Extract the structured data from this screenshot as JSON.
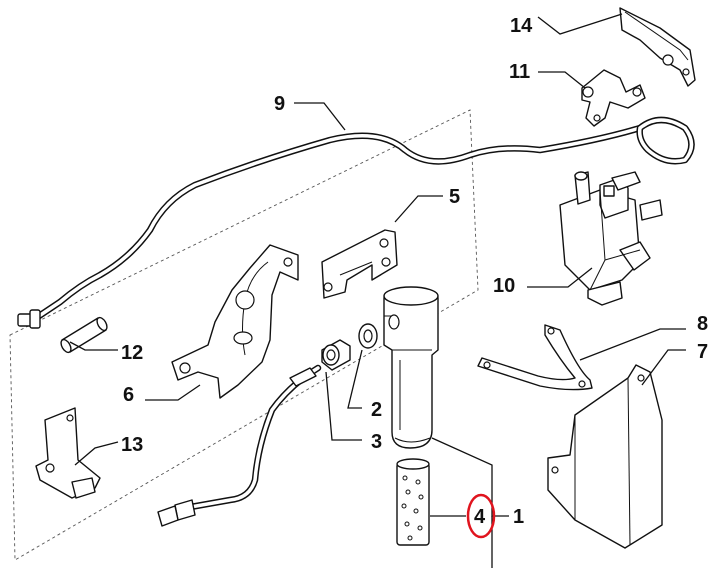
{
  "diagram": {
    "callouts": [
      {
        "id": "p1",
        "label": "1"
      },
      {
        "id": "p2",
        "label": "2"
      },
      {
        "id": "p3",
        "label": "3"
      },
      {
        "id": "p4",
        "label": "4"
      },
      {
        "id": "p5",
        "label": "5"
      },
      {
        "id": "p6",
        "label": "6"
      },
      {
        "id": "p7",
        "label": "7"
      },
      {
        "id": "p8",
        "label": "8"
      },
      {
        "id": "p9",
        "label": "9"
      },
      {
        "id": "p10",
        "label": "10"
      },
      {
        "id": "p11",
        "label": "11"
      },
      {
        "id": "p12",
        "label": "12"
      },
      {
        "id": "p13",
        "label": "13"
      },
      {
        "id": "p14",
        "label": "14"
      }
    ],
    "highlighted_callout": "4",
    "highlight_color": "#e0141e",
    "line_color": "#111111"
  }
}
